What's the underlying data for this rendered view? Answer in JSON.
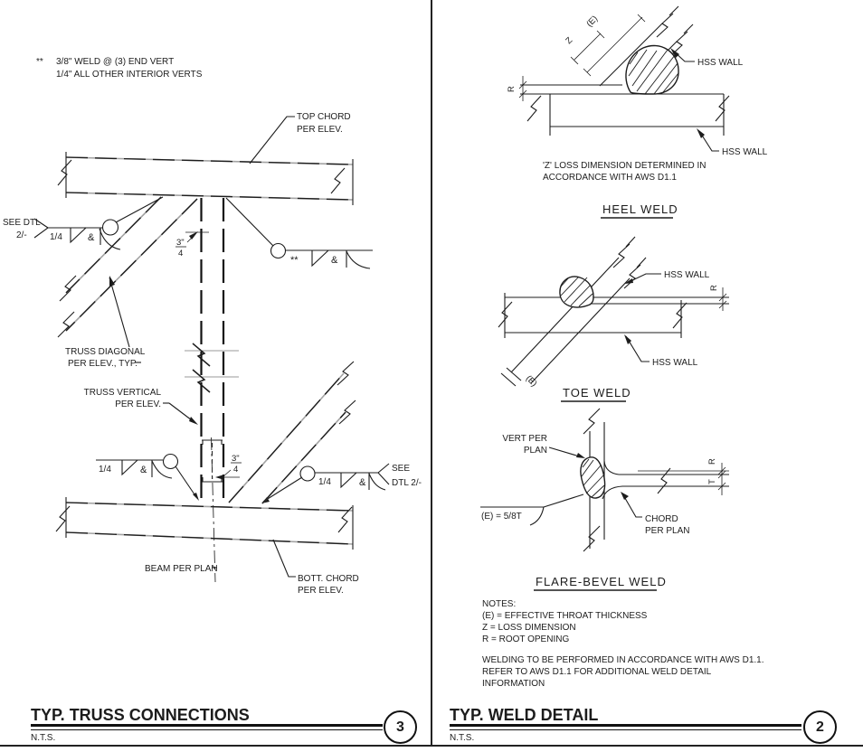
{
  "left": {
    "marker": "**",
    "note_line1": "3/8\" WELD @ (3) END VERT",
    "note_line2": "1/4\" ALL OTHER INTERIOR VERTS",
    "labels": {
      "top_chord_1": "TOP CHORD",
      "top_chord_2": "PER ELEV.",
      "truss_diagonal_1": "TRUSS DIAGONAL",
      "truss_diagonal_2": "PER ELEV., TYP.",
      "truss_vertical_1": "TRUSS VERTICAL",
      "truss_vertical_2": "PER ELEV.",
      "beam": "BEAM PER PLAN",
      "bott_chord_1": "BOTT. CHORD",
      "bott_chord_2": "PER ELEV."
    },
    "ws": {
      "see_dtl_1": "SEE DTL",
      "see_dtl_2": "2/-",
      "see_1": "SEE",
      "dtl_2": "DTL 2/-",
      "size": "1/4",
      "amp": "&",
      "frac_num": "3\"",
      "frac_den": "4"
    },
    "title": "TYP. TRUSS CONNECTIONS",
    "detail_number": "3",
    "scale": "N.T.S."
  },
  "right": {
    "hss_wall": "HSS WALL",
    "dims": {
      "e": "(E)",
      "z": "Z",
      "r": "R",
      "t": "T"
    },
    "heel": {
      "note_1": "'Z' LOSS DIMENSION DETERMINED IN",
      "note_2": "ACCORDANCE WITH AWS D1.1",
      "title": "HEEL WELD"
    },
    "toe": {
      "title": "TOE WELD"
    },
    "flare": {
      "title": "FLARE-BEVEL WELD",
      "vert_1": "VERT PER",
      "vert_2": "PLAN",
      "e_note": "(E) = 5/8T",
      "chord_1": "CHORD",
      "chord_2": "PER PLAN"
    },
    "notes": {
      "header": "NOTES:",
      "line1": "(E) = EFFECTIVE THROAT THICKNESS",
      "line2": "Z = LOSS DIMENSION",
      "line3": "R = ROOT OPENING",
      "line4": "WELDING TO BE PERFORMED IN ACCORDANCE WITH AWS D1.1.",
      "line5": "REFER TO AWS D1.1 FOR ADDITIONAL WELD DETAIL",
      "line6": "INFORMATION"
    },
    "title": "TYP. WELD DETAIL",
    "detail_number": "2",
    "scale": "N.T.S."
  }
}
